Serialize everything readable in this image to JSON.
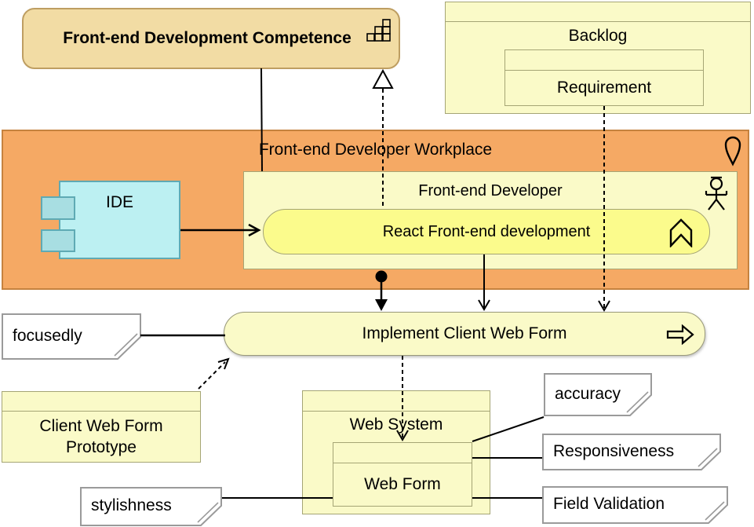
{
  "nodes": {
    "competence": {
      "label": "Front-end Development Competence",
      "icon": "capability-icon"
    },
    "backlog": {
      "label": "Backlog"
    },
    "requirement": {
      "label": "Requirement"
    },
    "workplace": {
      "label": "Front-end Developer Workplace",
      "icon": "location-pin-icon"
    },
    "ide": {
      "label": "IDE",
      "icon": "component-icon"
    },
    "developer": {
      "label": "Front-end Developer",
      "icon": "actor-icon"
    },
    "react_dev": {
      "label": "React Front-end development",
      "icon": "chevron-icon"
    },
    "implement": {
      "label": "Implement Client Web Form",
      "icon": "process-arrow-icon"
    },
    "prototype": {
      "label": "Client Web Form Prototype"
    },
    "web_system": {
      "label": "Web System"
    },
    "web_form": {
      "label": "Web Form"
    }
  },
  "notes": {
    "focusedly": {
      "label": "focusedly"
    },
    "accuracy": {
      "label": "accuracy"
    },
    "responsiveness": {
      "label": "Responsiveness"
    },
    "field_validation": {
      "label": "Field Validation"
    },
    "stylishness": {
      "label": "stylishness"
    }
  },
  "colors": {
    "pale_yellow": "#FAFAC8",
    "bright_yellow": "#FBFB8C",
    "tan": "#F2DCA4",
    "tan_border": "#BE9E62",
    "orange": "#F5A964",
    "orange_border": "#C5823F",
    "cyan": "#BCF0F2",
    "cyan_border": "#5FAAB4",
    "yellow_border": "#A5A575",
    "note_border": "#9A9A9A",
    "line": "#000000"
  }
}
